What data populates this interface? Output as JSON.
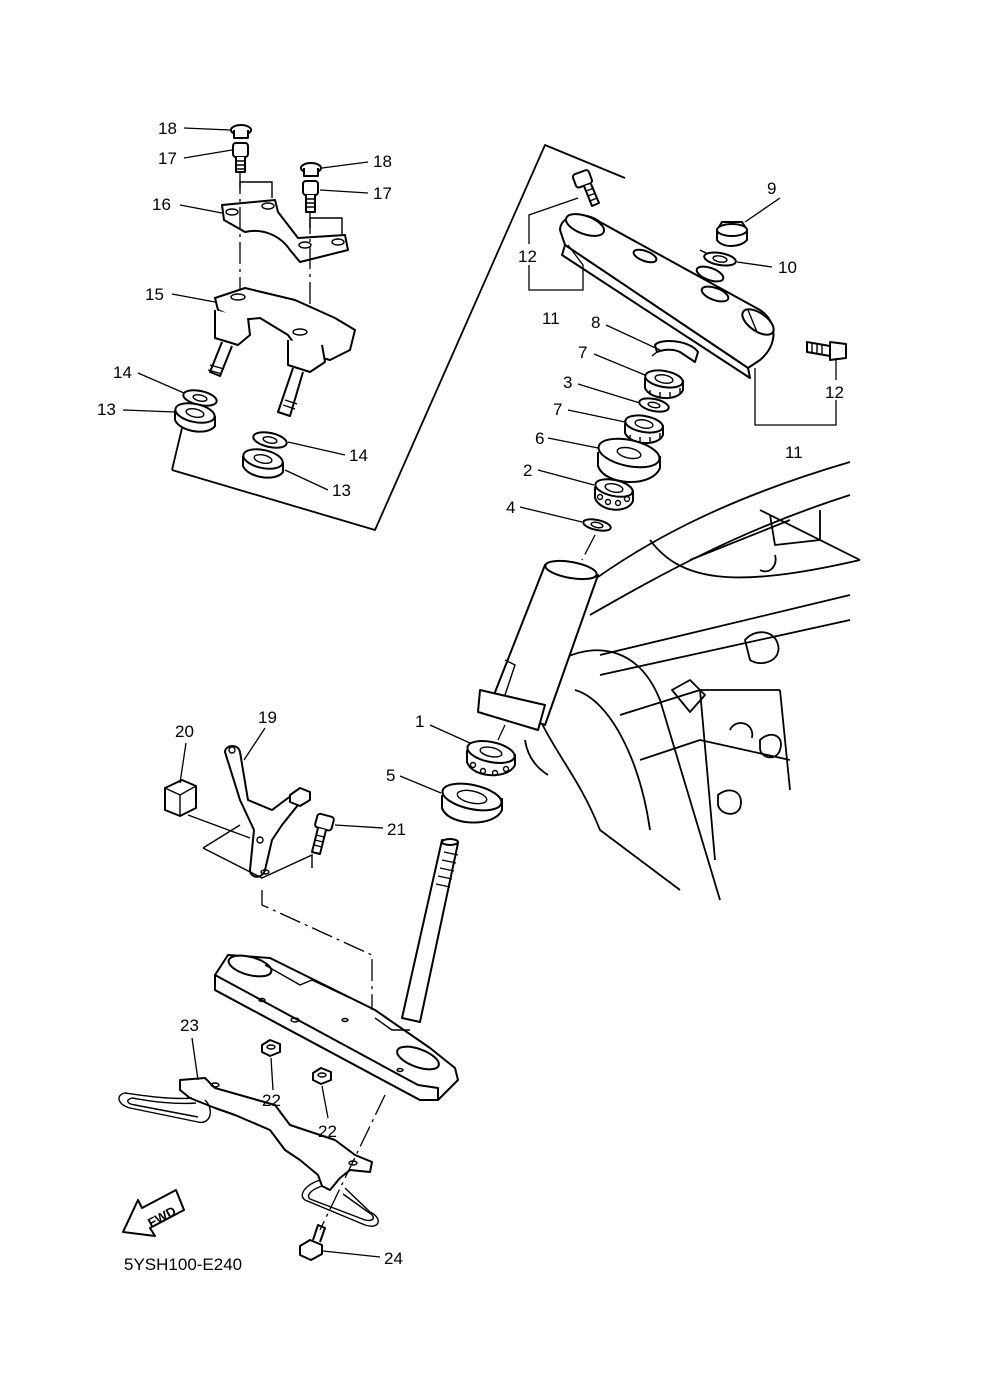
{
  "diagram_code": "5YSH100-E240",
  "fwd_label": "FWD",
  "callouts": {
    "c1": "1",
    "c2": "2",
    "c3": "3",
    "c4": "4",
    "c5": "5",
    "c6": "6",
    "c7a": "7",
    "c7b": "7",
    "c8": "8",
    "c9": "9",
    "c10": "10",
    "c11a": "11",
    "c11b": "11",
    "c12a": "12",
    "c12b": "12",
    "c13a": "13",
    "c13b": "13",
    "c14a": "14",
    "c14b": "14",
    "c15": "15",
    "c16": "16",
    "c17a": "17",
    "c17b": "17",
    "c18a": "18",
    "c18b": "18",
    "c19": "19",
    "c20": "20",
    "c21": "21",
    "c22a": "22",
    "c22b": "22",
    "c23": "23",
    "c24": "24"
  },
  "icons": [
    "fwd-arrow-icon"
  ]
}
